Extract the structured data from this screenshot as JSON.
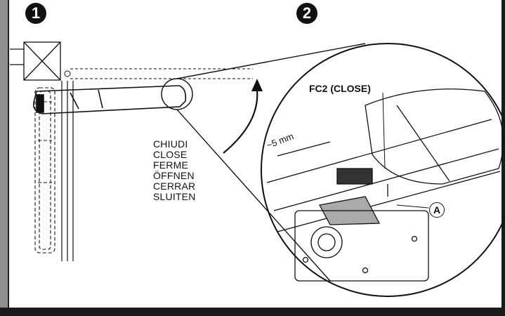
{
  "steps": {
    "first": "1",
    "second": "2"
  },
  "action_labels": [
    "CHIUDI",
    "CLOSE",
    "FERME",
    "ÖFFNEN",
    "CERRAR",
    "SLUITEN"
  ],
  "detail": {
    "switch_label": "FC2 (CLOSE)",
    "gap_label": "~5 mm",
    "part_letter": "A"
  },
  "colors": {
    "ink": "#111111",
    "frame": "#8f8f8f",
    "dark": "#1a1a1a",
    "paper": "#ffffff"
  }
}
